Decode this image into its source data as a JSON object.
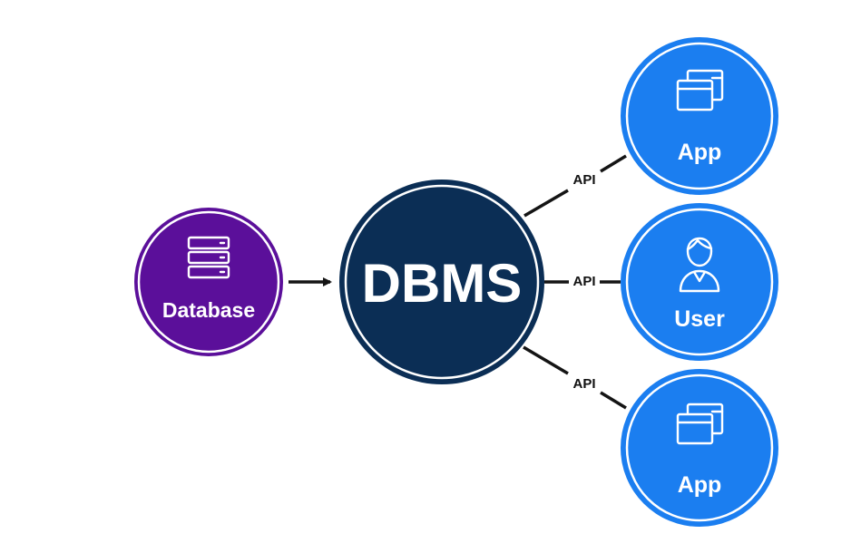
{
  "colors": {
    "database": "#5b0f9a",
    "dbms": "#0b2e55",
    "client": "#1b7ef0",
    "connector": "#141414",
    "ring": "#ffffff"
  },
  "nodes": {
    "database": {
      "label": "Database",
      "icon": "server-stack-icon"
    },
    "dbms": {
      "label": "DBMS"
    },
    "app_top": {
      "label": "App",
      "icon": "windows-icon"
    },
    "user": {
      "label": "User",
      "icon": "user-icon"
    },
    "app_bottom": {
      "label": "App",
      "icon": "windows-icon"
    }
  },
  "edges": [
    {
      "from": "database",
      "to": "dbms",
      "label": ""
    },
    {
      "from": "dbms",
      "to": "app_top",
      "label": "API"
    },
    {
      "from": "dbms",
      "to": "user",
      "label": "API"
    },
    {
      "from": "dbms",
      "to": "app_bottom",
      "label": "API"
    }
  ]
}
